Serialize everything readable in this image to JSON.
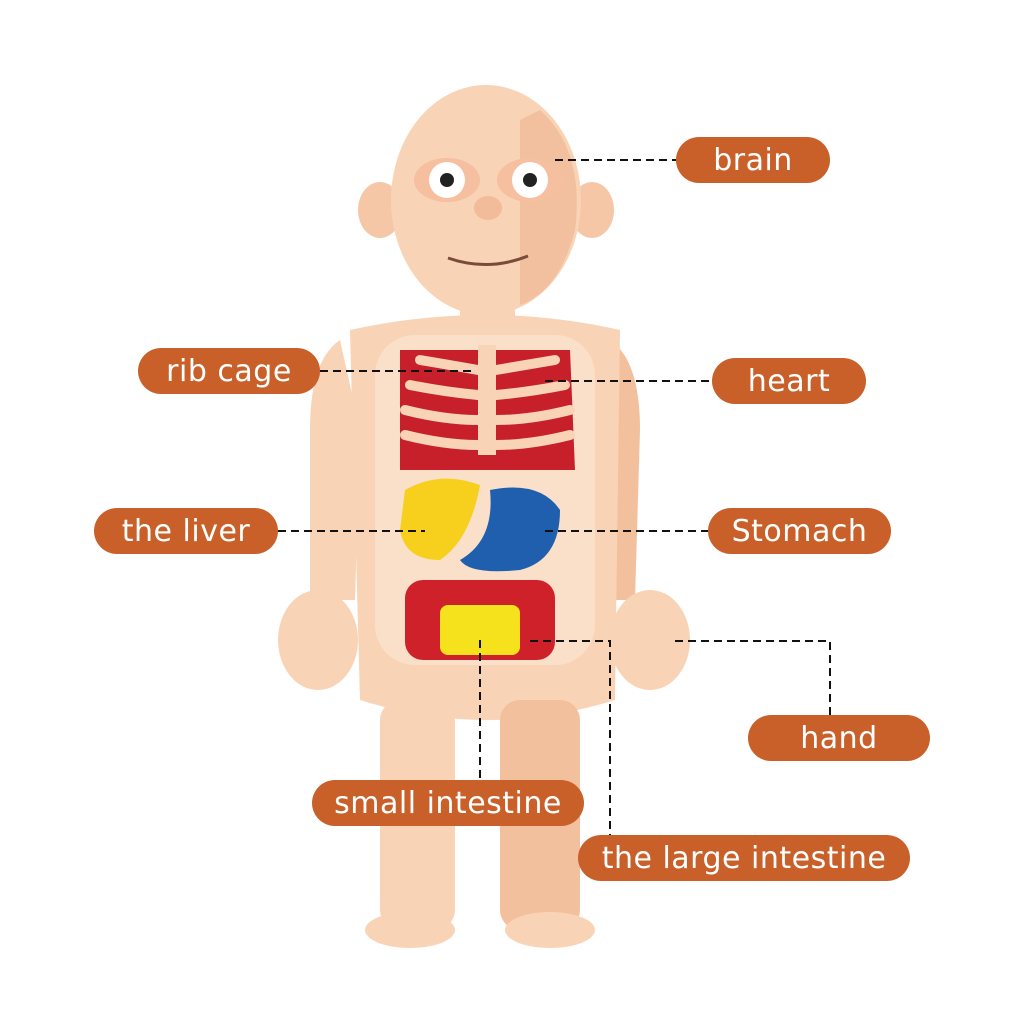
{
  "diagram": {
    "subject": "human anatomy model toy",
    "accent_color": "#c9602a",
    "labels": [
      {
        "id": "brain",
        "text": "brain"
      },
      {
        "id": "rib-cage",
        "text": "rib cage"
      },
      {
        "id": "heart",
        "text": "heart"
      },
      {
        "id": "liver",
        "text": "the liver"
      },
      {
        "id": "stomach",
        "text": "Stomach"
      },
      {
        "id": "hand",
        "text": "hand"
      },
      {
        "id": "small-intestine",
        "text": "small intestine"
      },
      {
        "id": "large-intestine",
        "text": "the large intestine"
      }
    ]
  }
}
